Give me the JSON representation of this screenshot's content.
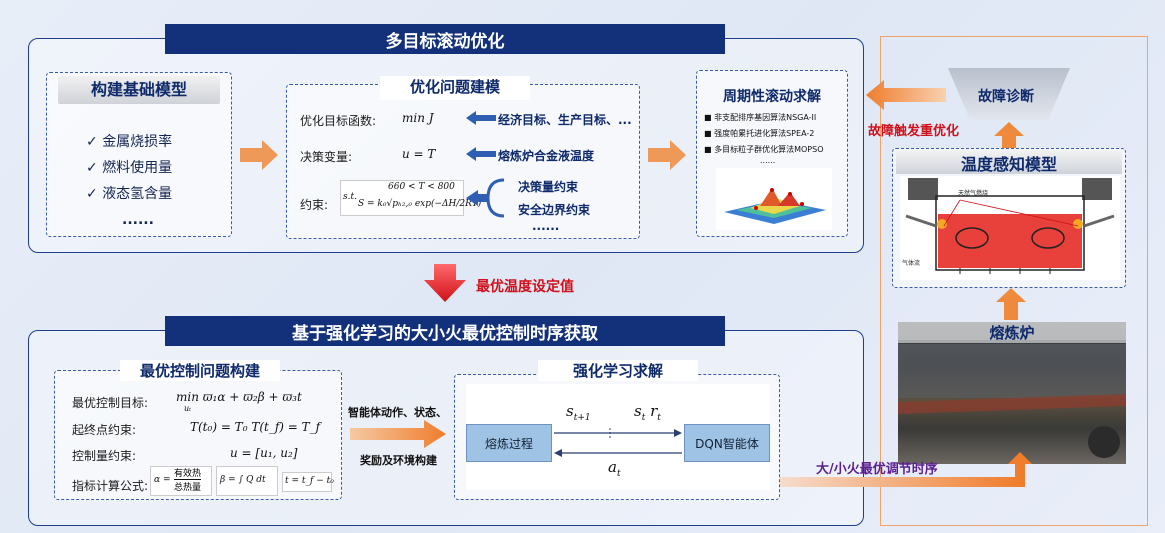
{
  "top": {
    "title": "多目标滚动优化",
    "base_model": {
      "title": "构建基础模型",
      "items": [
        "金属烧损率",
        "燃料使用量",
        "液态氢含量"
      ],
      "more": "......"
    },
    "opt_model": {
      "title": "优化问题建模",
      "rows": [
        {
          "label": "优化目标函数:",
          "math": "min J",
          "note": "经济目标、生产目标、..."
        },
        {
          "label": "决策变量:",
          "math": "u = T",
          "note": "熔炼炉合金液温度"
        },
        {
          "label": "约束:",
          "math_top": "660 < T < 800",
          "math_bot": "S = k₀√pₕ₂,₀ exp(−ΔH/2RT)",
          "st": "s.t.",
          "notes": [
            "决策量约束",
            "安全边界约束"
          ],
          "more": "......"
        }
      ]
    },
    "periodic": {
      "title": "周期性滚动求解",
      "items": [
        "非支配排序基因算法NSGA-II",
        "强度帕累托进化算法SPEA-2",
        "多目标粒子群优化算法MOPSO"
      ],
      "more": "......"
    }
  },
  "middle": {
    "arrow_label": "最优温度设定值"
  },
  "bottom": {
    "title": "基于强化学习的大小火最优控制时序获取",
    "problem": {
      "title": "最优控制问题构建",
      "rows": [
        {
          "label": "最优控制目标:",
          "math": "min ϖ₁α + ϖ₂β + ϖ₃t",
          "sub": "uₜ"
        },
        {
          "label": "起终点约束:",
          "math": "T(t₀) = T₀    T(t_f) = T_f"
        },
        {
          "label": "控制量约束:",
          "math": "u = [u₁, u₂]"
        },
        {
          "label": "指标计算公式:",
          "f1": "α =",
          "f1_num": "有效热",
          "f1_den": "总热量",
          "f2": "β = ∫ Q dt",
          "f3": "t = t_f − t₀"
        }
      ]
    },
    "arrow_label_1": "智能体动作、状态、",
    "arrow_label_2": "奖励及环境构建",
    "rl": {
      "title": "强化学习求解",
      "left_box": "熔炼过程",
      "right_box": "DQN智能体",
      "s_next": "s",
      "s_next_sub": "t+1",
      "s_r": "s",
      "s_r_sub": "t",
      "r": "r",
      "r_sub": "t",
      "a": "a",
      "a_sub": "t"
    },
    "timing_label": "大/小火最优调节时序"
  },
  "right": {
    "fault": "故障诊断",
    "retrigger": "故障触发重优化",
    "temp_model": "温度感知模型",
    "furnace": "熔炼炉",
    "inner_label": "天然气燃烧",
    "side_label": "气体流"
  },
  "colors": {
    "navy": "#13317a",
    "red": "#d0101a",
    "orange": "#ef8a3c",
    "purple": "#5b1f8f"
  }
}
